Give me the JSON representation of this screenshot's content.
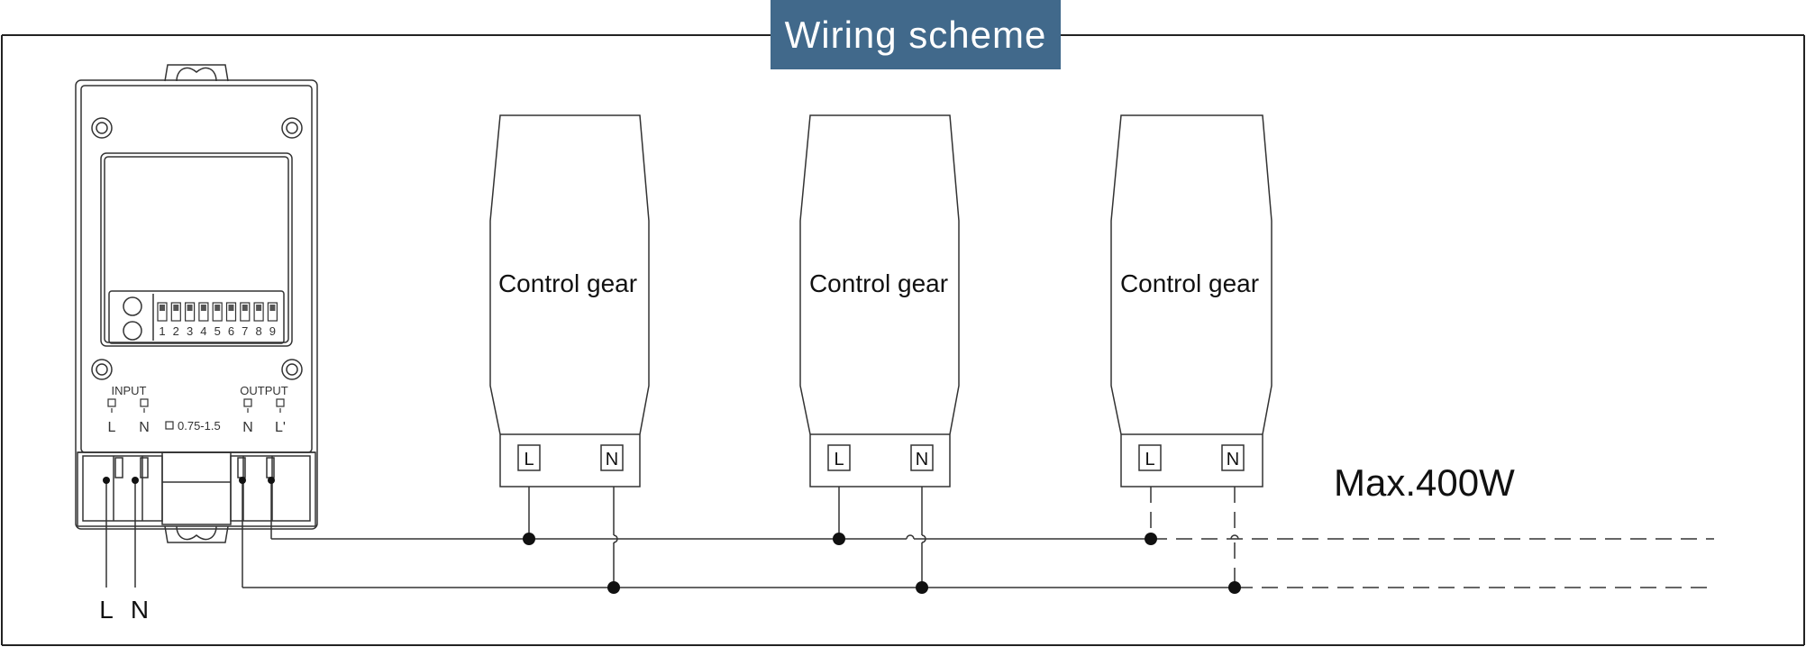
{
  "title": "Wiring scheme",
  "device": {
    "dip_numbers": [
      "1",
      "2",
      "3",
      "4",
      "5",
      "6",
      "7",
      "8",
      "9"
    ],
    "input_label": "INPUT",
    "output_label": "OUTPUT",
    "wire_size": "0.75-1.5",
    "terminals": {
      "input_l": "L",
      "input_n": "N",
      "output_n": "N",
      "output_l": "L'"
    }
  },
  "control_gears": [
    {
      "label": "Control gear",
      "terminal_l": "L",
      "terminal_n": "N"
    },
    {
      "label": "Control gear",
      "terminal_l": "L",
      "terminal_n": "N"
    },
    {
      "label": "Control gear",
      "terminal_l": "L",
      "terminal_n": "N"
    }
  ],
  "max_load": "Max.400W",
  "supply": {
    "l": "L",
    "n": "N"
  },
  "colors": {
    "title_bg": "#41698b",
    "line": "#222222"
  }
}
